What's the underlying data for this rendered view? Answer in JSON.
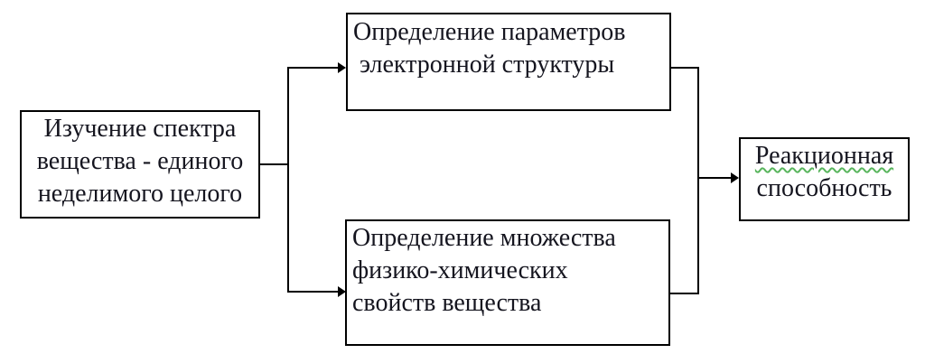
{
  "diagram": {
    "type": "flowchart",
    "background_color": "#ffffff",
    "line_color": "#000000",
    "text_color": "#15151f",
    "spellcheck_underline_color": "#58b55c",
    "nodes": {
      "left": {
        "id": "spectrum-study",
        "lines": [
          "Изучение спектра",
          "вещества - единого",
          "неделимого целого"
        ]
      },
      "top": {
        "id": "electronic-structure-params",
        "lines": [
          "Определение параметров",
          " электронной структуры"
        ]
      },
      "bottom": {
        "id": "physicochemical-properties",
        "lines": [
          "Определение множества",
          "физико-химических",
          "свойств вещества"
        ]
      },
      "right": {
        "id": "reactivity",
        "lines": [
          "Реакционная",
          "способность"
        ],
        "misspelled_word": "Реакционная"
      }
    },
    "edges": [
      {
        "from": "spectrum-study",
        "to": "electronic-structure-params",
        "arrow": true
      },
      {
        "from": "spectrum-study",
        "to": "physicochemical-properties",
        "arrow": true
      },
      {
        "from": "electronic-structure-params",
        "to": "reactivity",
        "arrow": true
      },
      {
        "from": "physicochemical-properties",
        "to": "reactivity",
        "arrow": true
      }
    ]
  }
}
